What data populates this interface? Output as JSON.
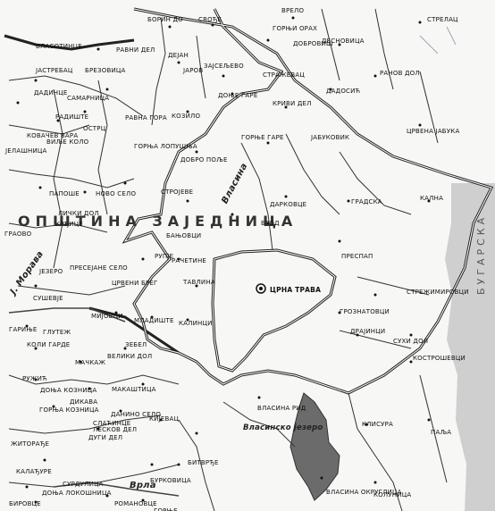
{
  "map": {
    "regions": {
      "zajednica": "ОПШТИНА ЗАЈЕДНИЦА",
      "bulgaria": "БУГАРСКА"
    },
    "rivers": {
      "vlasina": "Власина",
      "vrla": "Врла",
      "morava": "Ј. Морава",
      "vlasinsko_jezero": "Власинско језеро"
    },
    "places": [
      "БОРИН ДО",
      "СВОЂЕ",
      "ВРЕЛО",
      "СТРЕЛАЦ",
      "ГОРЊИ ОРАХ",
      "ДОБРОВИШ",
      "ДЕСНОВИЦА",
      "ВЛАСОТИНЦЕ",
      "РАВНИ ДЕЛ",
      "ДЕЈАН",
      "ЗАЈСЕЉЕВО",
      "СТРАЖЕВАЦ",
      "РАНОВ ДОЛ",
      "ЈАСТРЕБАЦ",
      "БРЕЗОВИЦА",
      "ЈАРОВ",
      "ДОЊЕ ГАРЕ",
      "ДАДОСИЋ",
      "ДАДИНЦЕ",
      "САМАРНИЦА",
      "РАВНА ГОРА",
      "КОЗИЛО",
      "КРИВИ ДЕЛ",
      "ГОРЊЕ ГАРЕ",
      "ЈАБУКОВИК",
      "ЦРВЕНА ЈАБУКА",
      "РАДИШТЕ",
      "ОСТРЦ",
      "ГОРЊА ЛОПУШЊА",
      "ДОБРО ПОЉЕ",
      "КОВАЧЕВ ВАРА",
      "ВИЉЕ КОЛО",
      "ЈЕЛАШНИЦА",
      "ПАПОШЕ",
      "НОВО СЕЛО",
      "ДАРКОВЦЕ",
      "ГРАДСКА",
      "КАЛНА",
      "СТРОЈЕВЕ",
      "БРОД",
      "БАЊОВЦИ",
      "ЛИЧКИ ДОЛ",
      "КРЂИЦЕ",
      "ГРАОВО",
      "ПРЕСПАП",
      "РУПЈЕ",
      "РАЧЕТИНЕ",
      "ЦРНА ТРАВА",
      "ПРЕСЕЈАНЕ СЕЛО",
      "ЦРВЕНИ БРЕГ",
      "ТАВЛИНА",
      "СТРЕЖИМИРОВЦИ",
      "ЈЕЗЕРО",
      "СУШЕВЈЕ",
      "ГРОЗНАТОВЦИ",
      "МИЈОВЦИ",
      "МЛАДИШТЕ",
      "КАЛИНЦИ",
      "ГАРИЊЕ",
      "ГЛУТЕЖ",
      "КОЛИ ГАРДЕ",
      "ДРАЈИНЦИ",
      "ВЕЛИКИ ДОЛ",
      "СУХИ ДОЛ",
      "ЗЕБЕЛ",
      "МАЧКАЖ",
      "КОСТРОШЕВЦИ",
      "РУЖИЋ",
      "ДОЊА КОЗНИЦА",
      "ДИКАВА",
      "МАКАШТИЦА",
      "ДАНИНО СЕЛО",
      "ВЛАСИНА РИД",
      "ГОРЊА КОЗНИЦА",
      "СЛАЋИНЦЕ",
      "КЛИСУРА",
      "ПАЉА",
      "ЛЕСКОВ ДЕЛ",
      "ДУГИ ДЕЛ",
      "КИЈЕВАЦ",
      "ЖИТОРАЂЕ",
      "БИТВРЂЕ",
      "ВЛАСИНА ОКРУГЛИЦА",
      "КОЛУНИЦА",
      "КАЛАЂУРЕ",
      "БУРКОВИЦА",
      "СУРДУЛИЦА",
      "ДОЊА ЛОКОШНИЦА",
      "РОМАНОВЦЕ",
      "БИРОВЦЕ",
      "ГОРЊЕ"
    ]
  }
}
